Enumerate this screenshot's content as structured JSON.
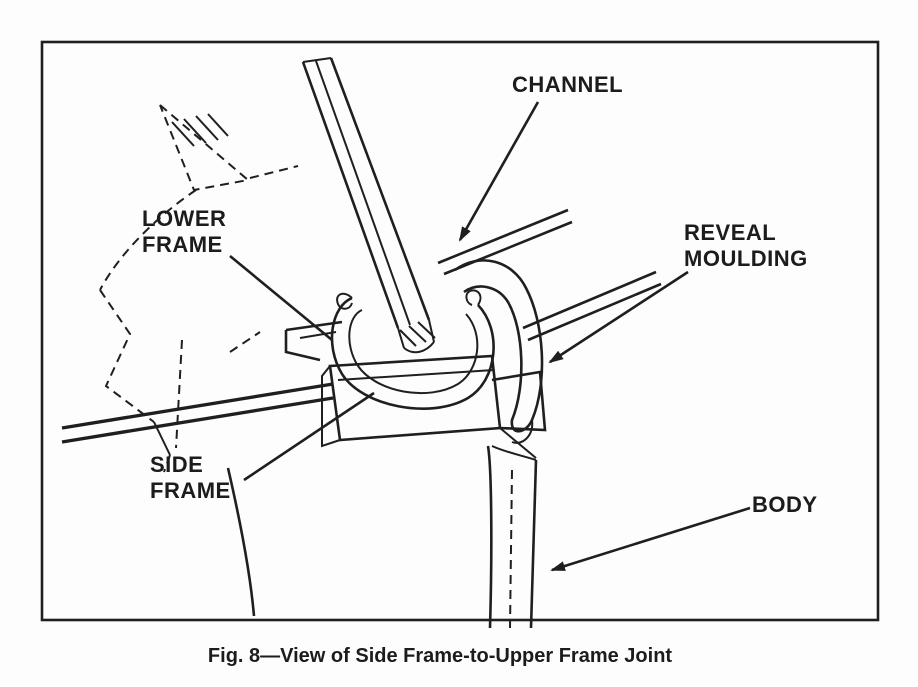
{
  "figure": {
    "caption": "Fig. 8—View of Side Frame-to-Upper Frame Joint",
    "labels": {
      "channel": "CHANNEL",
      "lower_frame_line1": "LOWER",
      "lower_frame_line2": "FRAME",
      "reveal_line1": "REVEAL",
      "reveal_line2": "MOULDING",
      "side_frame_line1": "SIDE",
      "side_frame_line2": "FRAME",
      "body": "BODY"
    },
    "colors": {
      "ink": "#1f1f1f",
      "paper": "#fdfdfd"
    }
  }
}
